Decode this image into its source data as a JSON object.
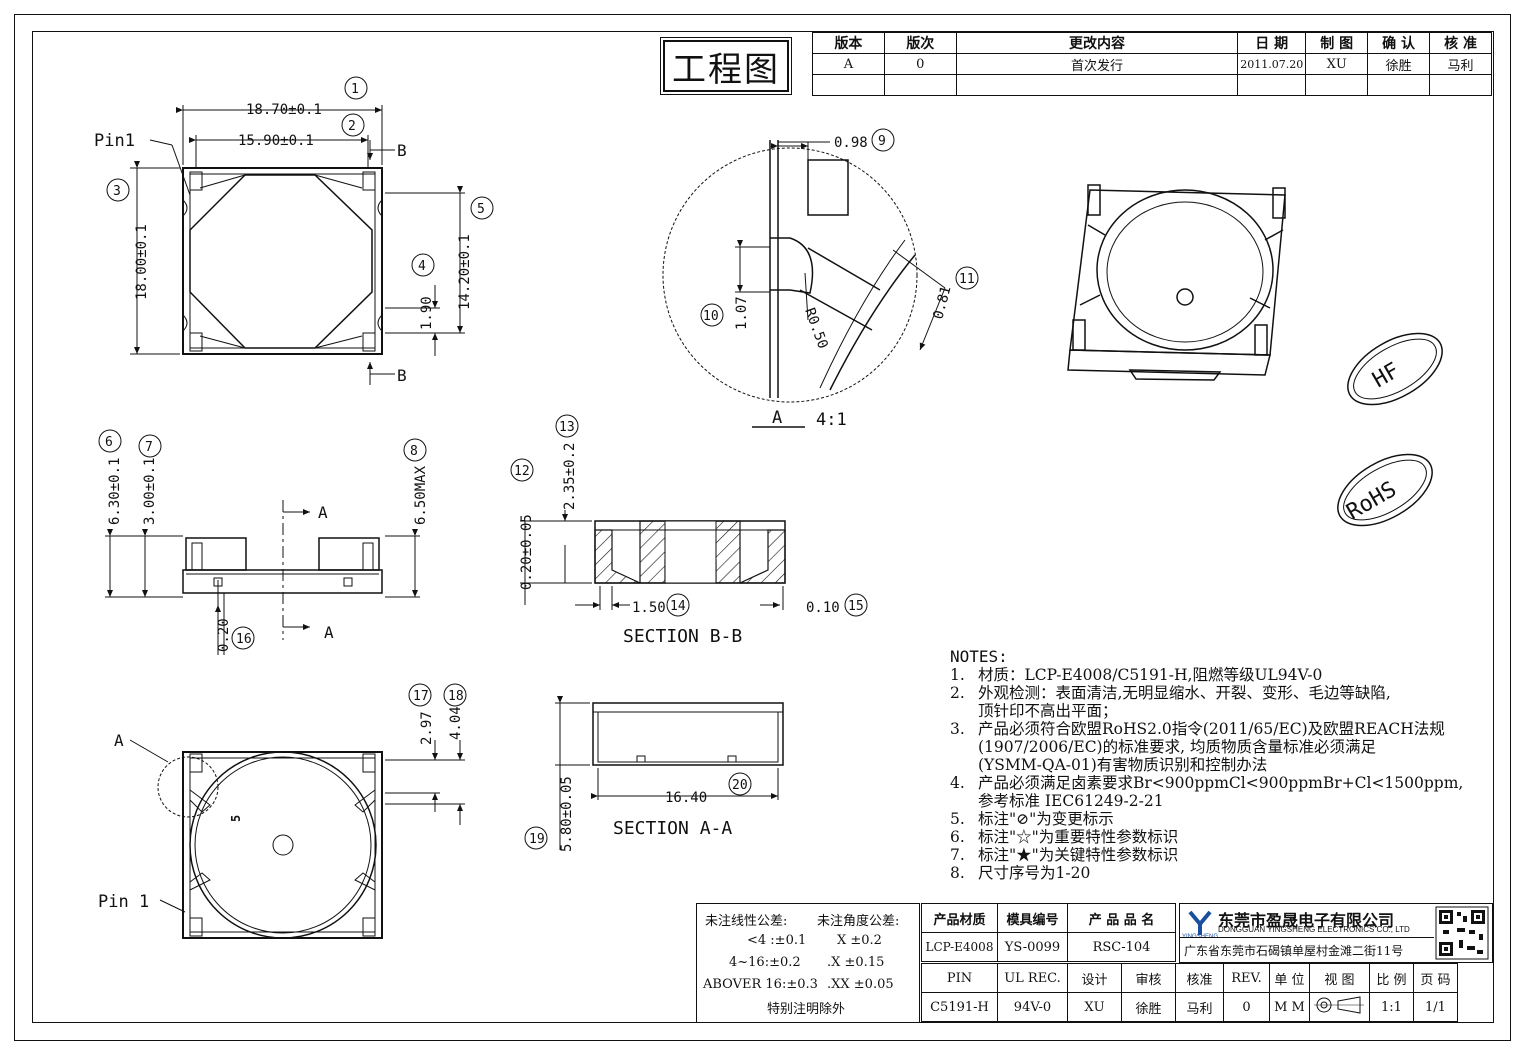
{
  "title_box": "工程图",
  "revision_table": {
    "headers": [
      "版本",
      "版次",
      "更改内容",
      "日 期",
      "制 图",
      "确 认",
      "核 准"
    ],
    "rows": [
      [
        "A",
        "0",
        "首次发行",
        "2011.07.20",
        "XU",
        "徐胜",
        "马利"
      ]
    ]
  },
  "views": {
    "top_view": {
      "pin_label": "Pin1",
      "dim_1": "18.70±0.1",
      "callout_1": "1",
      "dim_2": "15.90±0.1",
      "callout_2": "2",
      "section_mark": "B",
      "dim_3": "18.00±0.1",
      "callout_3": "3",
      "dim_4": "1.90",
      "callout_4": "4",
      "dim_5": "14.20±0.1",
      "callout_5": "5"
    },
    "side_view": {
      "dim_6": "6.30±0.1",
      "callout_6": "6",
      "dim_7": "3.00±0.1",
      "callout_7": "7",
      "dim_8": "6.50MAX",
      "callout_8": "8",
      "dim_16": "0.20",
      "callout_16": "16",
      "section_mark": "A"
    },
    "bottom_view": {
      "detail_label": "A",
      "pin_label": "Pin 1",
      "mark": "5",
      "dim_17": "2.97",
      "callout_17": "17",
      "dim_18": "4.04",
      "callout_18": "18"
    },
    "detail_view": {
      "dim_9": "0.98",
      "callout_9": "9",
      "dim_10": "1.07",
      "callout_10": "10",
      "dim_r": "R0.50",
      "dim_11": "0.81",
      "callout_11": "11",
      "label": "A",
      "scale": "4:1"
    },
    "section_bb": {
      "dim_12": "0.20±0.05",
      "callout_12": "12",
      "dim_13": "2.35±0.2",
      "callout_13": "13",
      "dim_14": "1.50",
      "callout_14": "14",
      "dim_15": "0.10",
      "callout_15": "15",
      "caption": "SECTION B-B"
    },
    "section_aa": {
      "dim_19": "5.80±0.05",
      "callout_19": "19",
      "dim_20": "16.40",
      "callout_20": "20",
      "caption": "SECTION A-A"
    },
    "stamps": [
      "HF",
      "RoHS"
    ]
  },
  "notes": {
    "heading": "NOTES:",
    "items": [
      {
        "num": "1.",
        "lines": [
          "材质：LCP-E4008/C5191-H,阻燃等级UL94V-0"
        ]
      },
      {
        "num": "2.",
        "lines": [
          "外观检测：表面清洁,无明显缩水、开裂、变形、毛边等缺陷,",
          "顶针印不高出平面；"
        ]
      },
      {
        "num": "3.",
        "lines": [
          "产品必须符合欧盟RoHS2.0指令(2011/65/EC)及欧盟REACH法规",
          "(1907/2006/EC)的标准要求, 均质物质含量标准必须满足",
          "(YSMM-QA-01)有害物质识别和控制办法"
        ]
      },
      {
        "num": "4.",
        "lines": [
          "产品必须满足卤素要求Br<900ppmCl<900ppmBr+Cl<1500ppm,",
          "参考标准 IEC61249-2-21"
        ]
      },
      {
        "num": "5.",
        "lines": [
          "标注\"⊘\"为变更标示"
        ]
      },
      {
        "num": "6.",
        "lines": [
          "标注\"☆\"为重要特性参数标识"
        ]
      },
      {
        "num": "7.",
        "lines": [
          "标注\"★\"为关键特性参数标识"
        ]
      },
      {
        "num": "8.",
        "lines": [
          "尺寸序号为1-20"
        ]
      }
    ]
  },
  "tolerance": {
    "line1_a": "未注线性公差:",
    "line1_b": "未注角度公差:",
    "line2_a": "<4 :±0.1",
    "line2_b": "X ±0.2",
    "line3_a": "4~16:±0.2",
    "line3_b": ".X ±0.15",
    "line4_a": "ABOVER 16:±0.3",
    "line4_b": ".XX ±0.05",
    "line5": "特别注明除外"
  },
  "title_block": {
    "headers1": [
      "产品材质",
      "模具编号",
      "产 品 品 名"
    ],
    "values1": [
      "LCP-E4008",
      "YS-0099",
      "RSC-104"
    ],
    "headers2": [
      "PIN",
      "UL REC.",
      "设计",
      "审核",
      "核准",
      "REV.",
      "单 位",
      "视 图",
      "比 例",
      "页 码"
    ],
    "values2": [
      "C5191-H",
      "94V-0",
      "XU",
      "徐胜",
      "马利",
      "0",
      "M M",
      "",
      "1:1",
      "1/1"
    ],
    "company_cn": "东莞市盈晟电子有限公司",
    "company_en": "DONGGUAN YINGSHENG ELECTRONICS CO., LTD",
    "address": "广东省东莞市石碣镇单屋村金滩二街11号",
    "logo_text": "YINGSHENG"
  }
}
